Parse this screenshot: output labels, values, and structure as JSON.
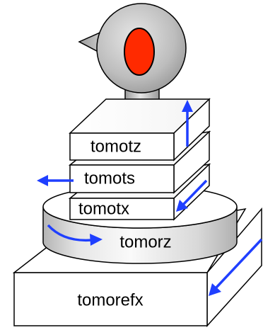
{
  "stages": {
    "tomotz": {
      "label": "tomotz"
    },
    "tomots": {
      "label": "tomots"
    },
    "tomotx": {
      "label": "tomotx"
    },
    "tomorz": {
      "label": "tomorz"
    },
    "tomorefx": {
      "label": "tomorefx"
    }
  },
  "colors": {
    "arrow": "#1f3fff",
    "eye": "#ff2a00"
  }
}
